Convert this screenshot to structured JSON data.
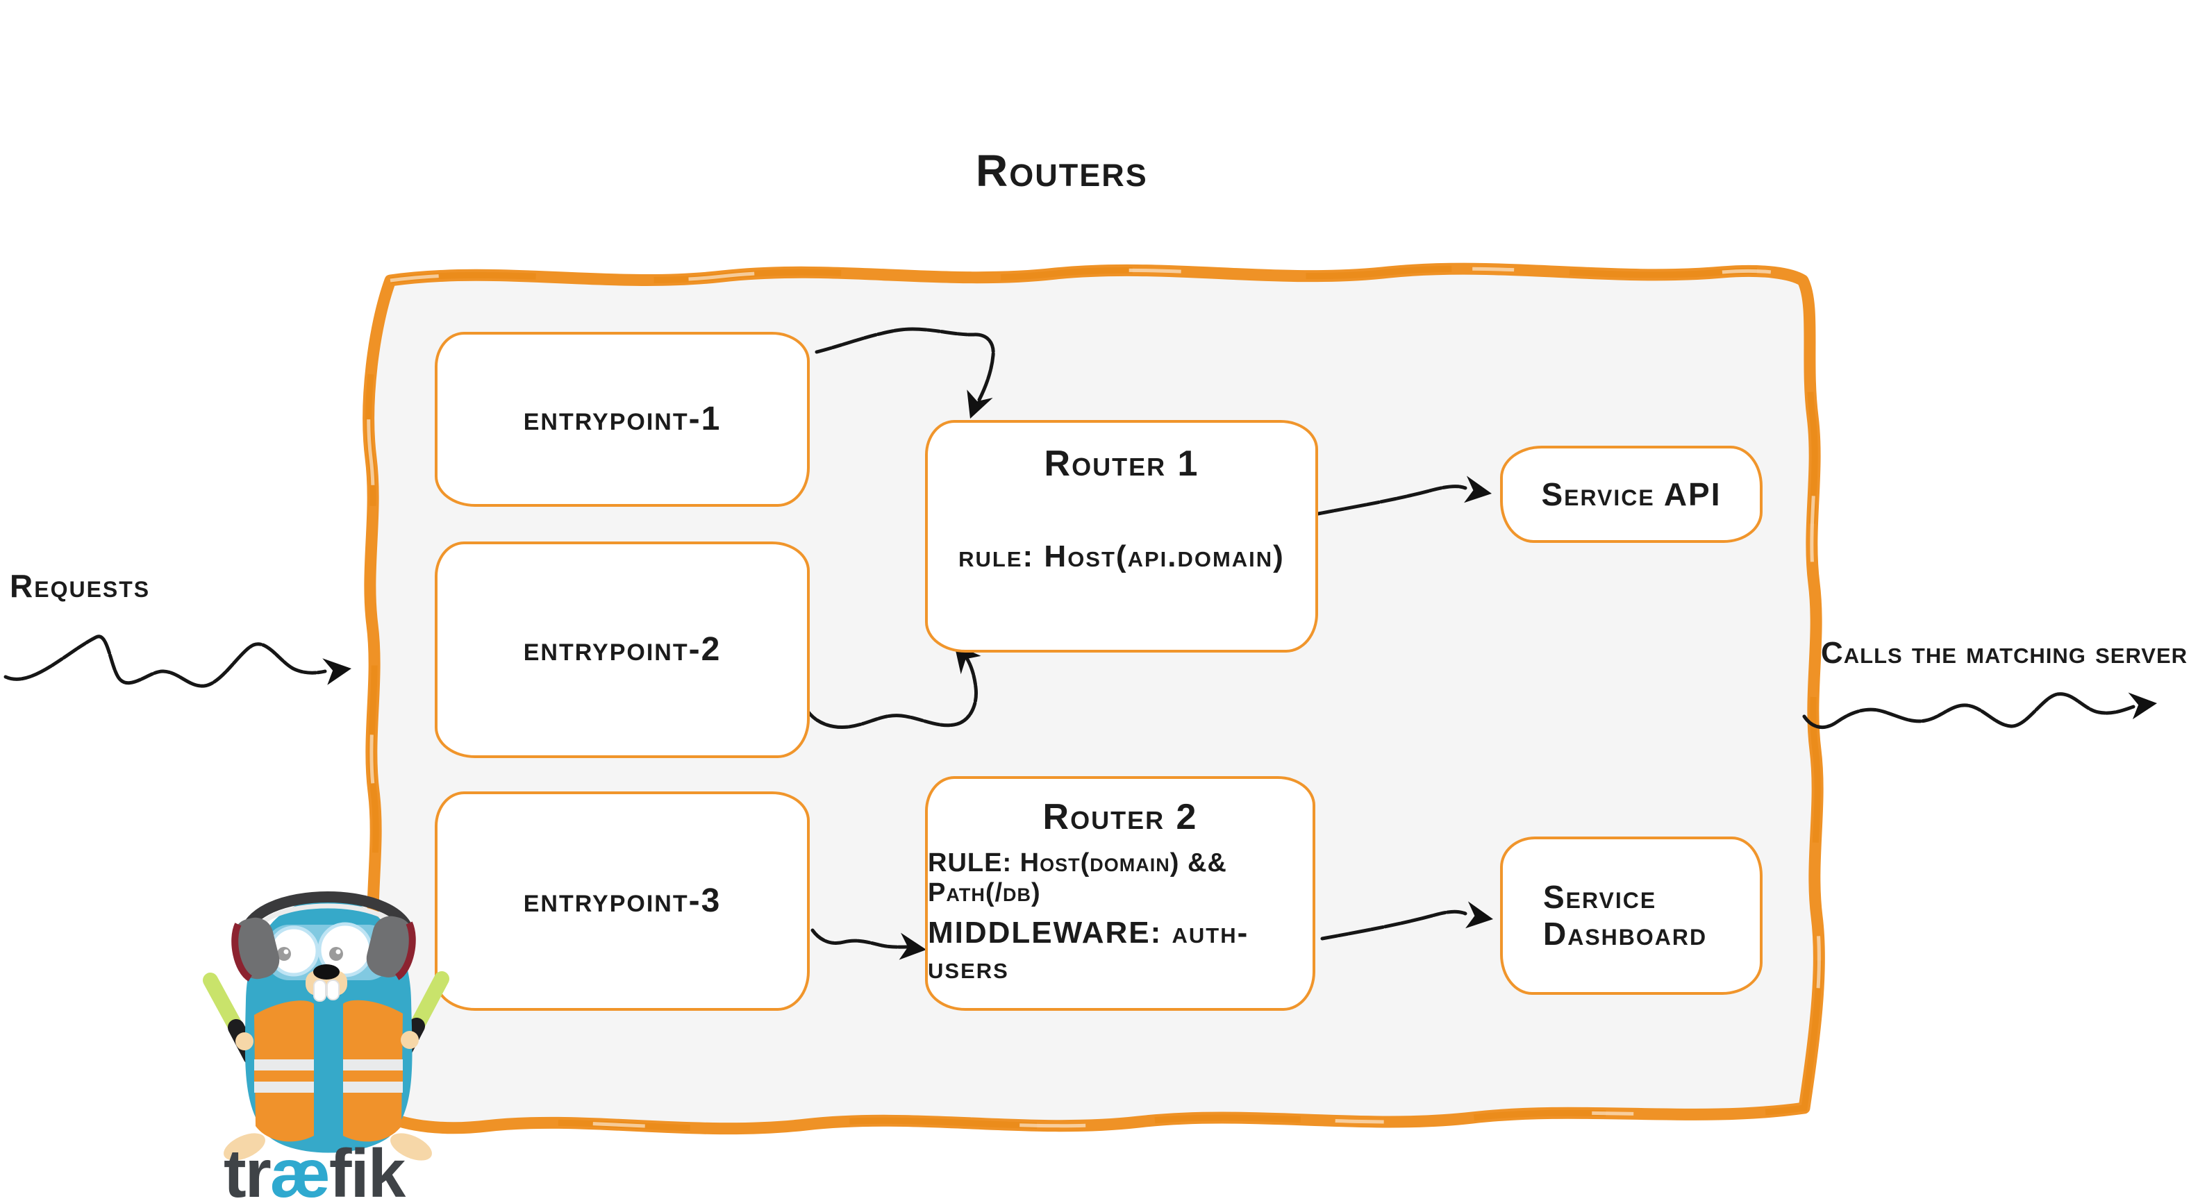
{
  "diagram": {
    "title": "Routers",
    "requests_label": "Requests",
    "calls_label": "Calls the matching server",
    "entrypoints": [
      {
        "label": "entrypoint-1"
      },
      {
        "label": "entrypoint-2"
      },
      {
        "label": "entrypoint-3"
      }
    ],
    "routers": [
      {
        "title": "Router 1",
        "rule": "rule: Host(api.domain)"
      },
      {
        "title": "Router 2",
        "rule": "RULE: Host(domain) && Path(/db)",
        "middleware": "MIDDLEWARE: auth-users"
      }
    ],
    "services": [
      {
        "line1": "Service API",
        "line2": ""
      },
      {
        "line1": "Service",
        "line2": "Dashboard"
      }
    ]
  },
  "logo": {
    "part1": "tr",
    "part2": "æ",
    "part3": "fik"
  },
  "colors": {
    "accent_orange": "#EF9226",
    "panel_gray": "#F5F5F5",
    "ink_black": "#1B1B1B",
    "gopher_blue": "#36A9C9",
    "stick_green": "#C9E36B",
    "vest_orange": "#F0922B",
    "wordmark_gray": "#3F4347",
    "wordmark_blue": "#2FA9CF"
  }
}
